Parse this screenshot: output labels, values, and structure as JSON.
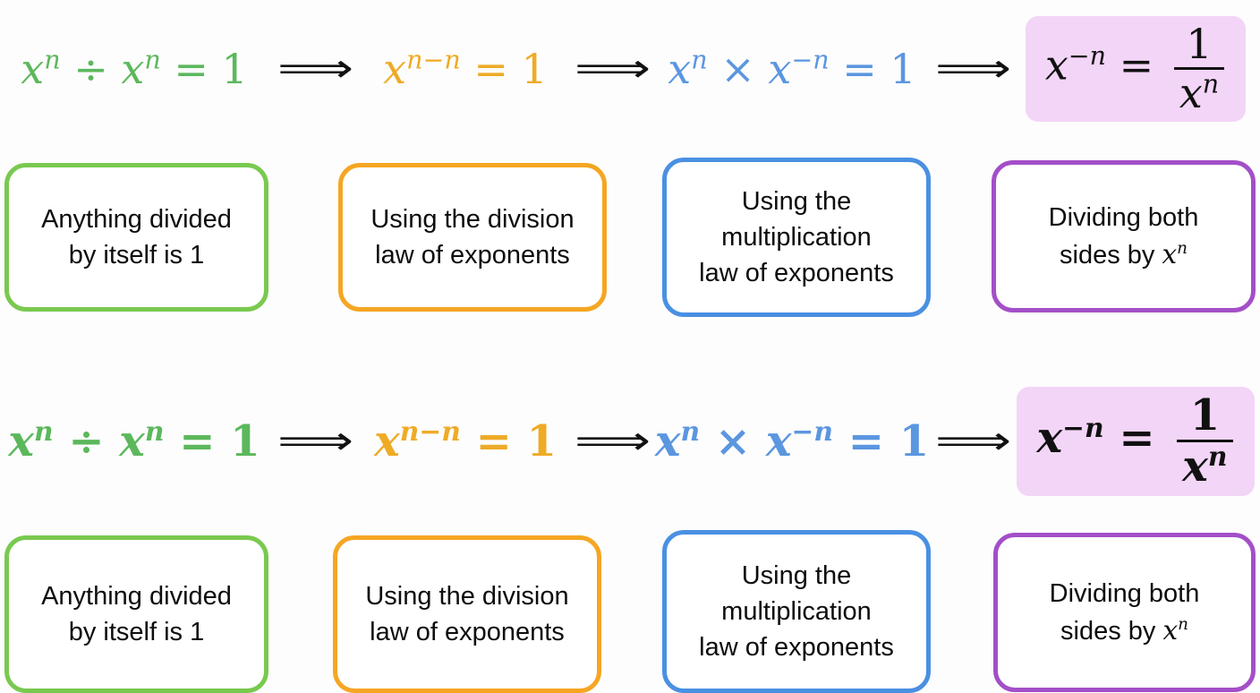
{
  "meta": {
    "background_color": "#fdfdfd",
    "colors": {
      "green": "#5cb85c",
      "orange": "#eeab26",
      "blue": "#5b96e0",
      "black": "#111111",
      "highlight_bg": "#f3d5f7",
      "border_green": "#79c94f",
      "border_orange": "#f5a623",
      "border_blue": "#4a90e2",
      "border_purple": "#a34fc8"
    }
  },
  "equation": {
    "arrow_glyph": "⟹",
    "steps": [
      {
        "id": "step-1",
        "color_key": "green",
        "latex": "x^n ÷ x^n = 1",
        "base": "x",
        "exponent": "n",
        "operator": "÷",
        "base2": "x",
        "exponent2": "n",
        "equals": "=",
        "rhs": "1"
      },
      {
        "id": "step-2",
        "color_key": "orange",
        "latex": "x^{n−n} = 1",
        "base": "x",
        "exponent": "n−n",
        "equals": "=",
        "rhs": "1"
      },
      {
        "id": "step-3",
        "color_key": "blue",
        "latex": "x^n × x^{−n} = 1",
        "base": "x",
        "exponent": "n",
        "operator": "×",
        "base2": "x",
        "exponent2": "−n",
        "equals": "=",
        "rhs": "1"
      },
      {
        "id": "step-4-result",
        "color_key": "black",
        "highlighted": true,
        "latex": "x^{−n} = 1/x^n",
        "base": "x",
        "exponent": "−n",
        "equals": "=",
        "fraction_numerator": "1",
        "fraction_denominator_base": "x",
        "fraction_denominator_exponent": "n"
      }
    ]
  },
  "reasons": [
    {
      "id": "reason-1",
      "border_color_key": "green",
      "lines": [
        "Anything divided",
        "by itself is 1"
      ],
      "has_math": false
    },
    {
      "id": "reason-2",
      "border_color_key": "orange",
      "lines": [
        "Using the division",
        "law of exponents"
      ],
      "has_math": false
    },
    {
      "id": "reason-3",
      "border_color_key": "blue",
      "lines": [
        "Using the",
        "multiplication",
        "law of exponents"
      ],
      "has_math": false
    },
    {
      "id": "reason-4",
      "border_color_key": "purple",
      "lines": [
        "Dividing both",
        "sides by"
      ],
      "has_math": true,
      "math_base": "x",
      "math_exponent": "n"
    }
  ]
}
